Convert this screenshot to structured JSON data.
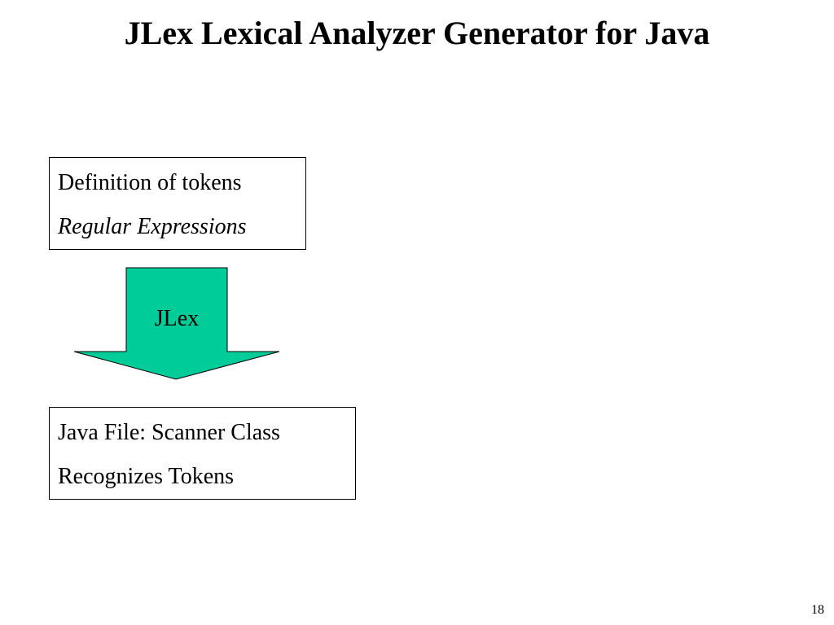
{
  "title": "JLex Lexical Analyzer Generator for Java",
  "input_box": {
    "line1": "Definition of tokens",
    "line2": "Regular Expressions"
  },
  "arrow": {
    "label": "JLex",
    "fill_color": "#00CC99"
  },
  "output_box": {
    "line1": "Java File: Scanner Class",
    "line2": "Recognizes Tokens"
  },
  "page_number": "18"
}
